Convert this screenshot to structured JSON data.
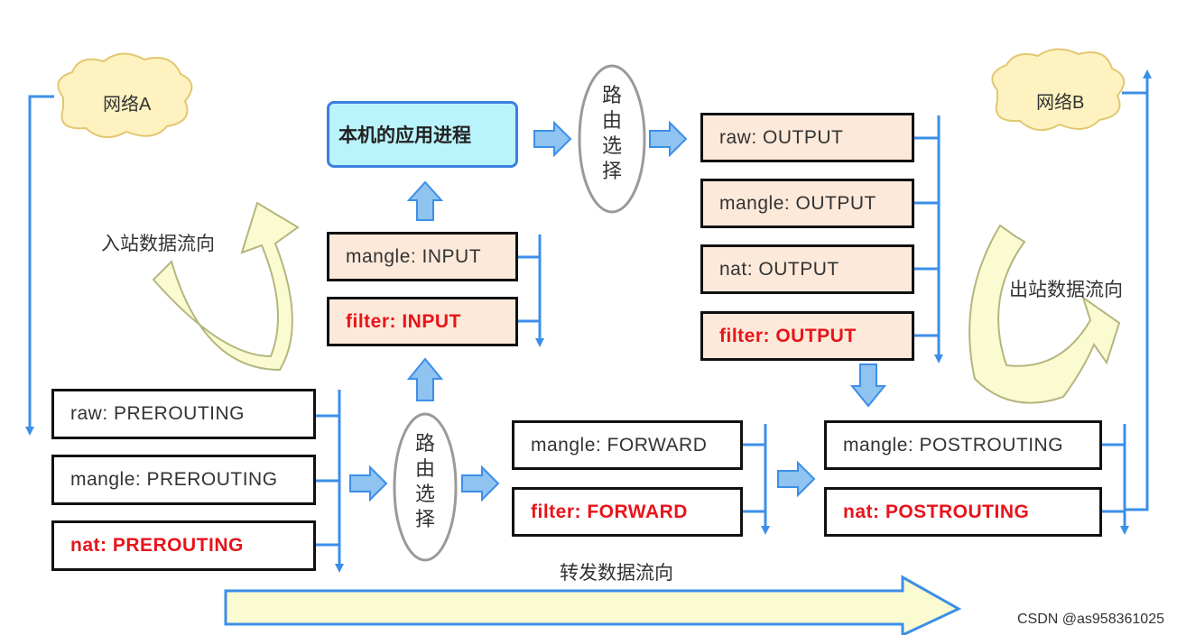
{
  "network_a": "网络A",
  "network_b": "网络B",
  "local_process": "本机的应用进程",
  "routing": [
    "路",
    "由",
    "选",
    "择"
  ],
  "inbound_label": "入站数据流向",
  "outbound_label": "出站数据流向",
  "forward_label": "转发数据流向",
  "prerouting": [
    {
      "text": "raw: PREROUTING",
      "highlight": false
    },
    {
      "text": "mangle: PREROUTING",
      "highlight": false
    },
    {
      "text": "nat: PREROUTING",
      "highlight": true
    }
  ],
  "input": [
    {
      "text": "mangle: INPUT",
      "highlight": false
    },
    {
      "text": "filter: INPUT",
      "highlight": true
    }
  ],
  "output": [
    {
      "text": "raw: OUTPUT",
      "highlight": false
    },
    {
      "text": "mangle: OUTPUT",
      "highlight": false
    },
    {
      "text": "nat: OUTPUT",
      "highlight": false
    },
    {
      "text": "filter: OUTPUT",
      "highlight": true
    }
  ],
  "forward": [
    {
      "text": "mangle: FORWARD",
      "highlight": false
    },
    {
      "text": "filter: FORWARD",
      "highlight": true
    }
  ],
  "postrouting": [
    {
      "text": "mangle: POSTROUTING",
      "highlight": false
    },
    {
      "text": "nat: POSTROUTING",
      "highlight": true
    }
  ],
  "watermark": "CSDN @as958361025",
  "colors": {
    "line": "#3c8fe8",
    "highlight_text": "#e8141b",
    "box_peach": "#fde9d9",
    "app_fill": "#b9f3fb",
    "arrow_fill": "#fbfbd2",
    "arrow_dark": "#b8b98a"
  }
}
